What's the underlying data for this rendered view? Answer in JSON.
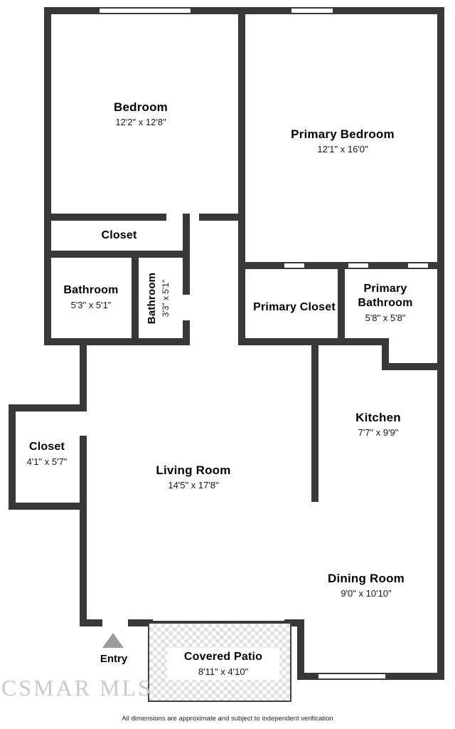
{
  "rooms": {
    "bedroom": {
      "name": "Bedroom",
      "dims": "12'2\" x 12'8\""
    },
    "primary_bedroom": {
      "name": "Primary Bedroom",
      "dims": "12'1\" x 16'0\""
    },
    "bedroom_closet": {
      "name": "Closet",
      "dims": ""
    },
    "bathroom": {
      "name": "Bathroom",
      "dims": "5'3\" x 5'1\""
    },
    "bathroom_2": {
      "name": "Bathroom",
      "dims": "3'3\" x 5'1\""
    },
    "primary_closet": {
      "name": "Primary Closet",
      "dims": ""
    },
    "primary_bathroom": {
      "name": "Primary Bathroom",
      "dims": "5'8\" x 5'8\""
    },
    "kitchen": {
      "name": "Kitchen",
      "dims": "7'7\" x 9'9\""
    },
    "hall_closet": {
      "name": "Closet",
      "dims": "4'1\" x 5'7\""
    },
    "living_room": {
      "name": "Living Room",
      "dims": "14'5\" x 17'8\""
    },
    "dining_room": {
      "name": "Dining Room",
      "dims": "9'0\" x 10'10\""
    },
    "covered_patio": {
      "name": "Covered Patio",
      "dims": "8'11\" x 4'10\""
    }
  },
  "entry": {
    "label": "Entry"
  },
  "watermark": "CSMAR MLS",
  "disclaimer": "All dimensions are approximate and subject to independent verification",
  "colors": {
    "wall": "#383838",
    "entry_arrow": "#9c9c9c",
    "watermark_gray": "#c9c9c9"
  }
}
